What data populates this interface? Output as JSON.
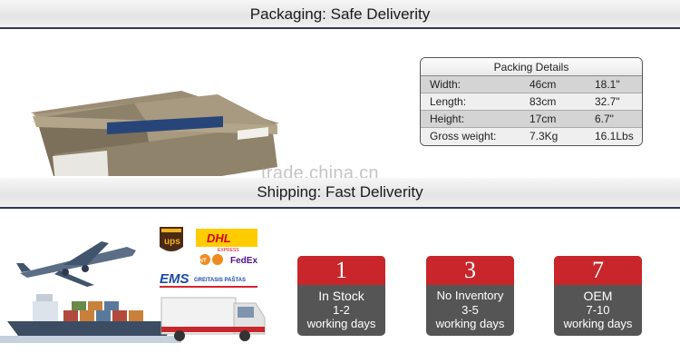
{
  "packaging": {
    "title": "Packaging: Safe Deliverity"
  },
  "packing_details": {
    "header": "Packing Details",
    "rows": [
      {
        "label": "Width:",
        "metric": "46cm",
        "imperial": "18.1\""
      },
      {
        "label": "Length:",
        "metric": "83cm",
        "imperial": "32.7\""
      },
      {
        "label": "Height:",
        "metric": "17cm",
        "imperial": "6.7\""
      },
      {
        "label": "Gross weight:",
        "metric": "7.3Kg",
        "imperial": "16.1Lbs"
      }
    ]
  },
  "watermark": "trade.china.cn",
  "shipping": {
    "title": "Shipping: Fast Deliverity"
  },
  "carriers": {
    "ups": "ups",
    "dhl": "DHL",
    "dhl_sub": "EXPRESS",
    "tnt": "TNT",
    "fedex": "FedEx",
    "ems": "EMS",
    "ems_sub": "GREITASIS PAŠTAS"
  },
  "options": [
    {
      "number": "1",
      "label": "In Stock",
      "days": "1-2",
      "unit": "working days"
    },
    {
      "number": "3",
      "label": "No Inventory",
      "days": "3-5",
      "unit": "working days"
    },
    {
      "number": "7",
      "label": "OEM",
      "days": "7-10",
      "unit": "working days"
    }
  ],
  "colors": {
    "accent_red": "#c8262a",
    "card_gray": "#555555",
    "bar_line": "#2d3a52"
  }
}
